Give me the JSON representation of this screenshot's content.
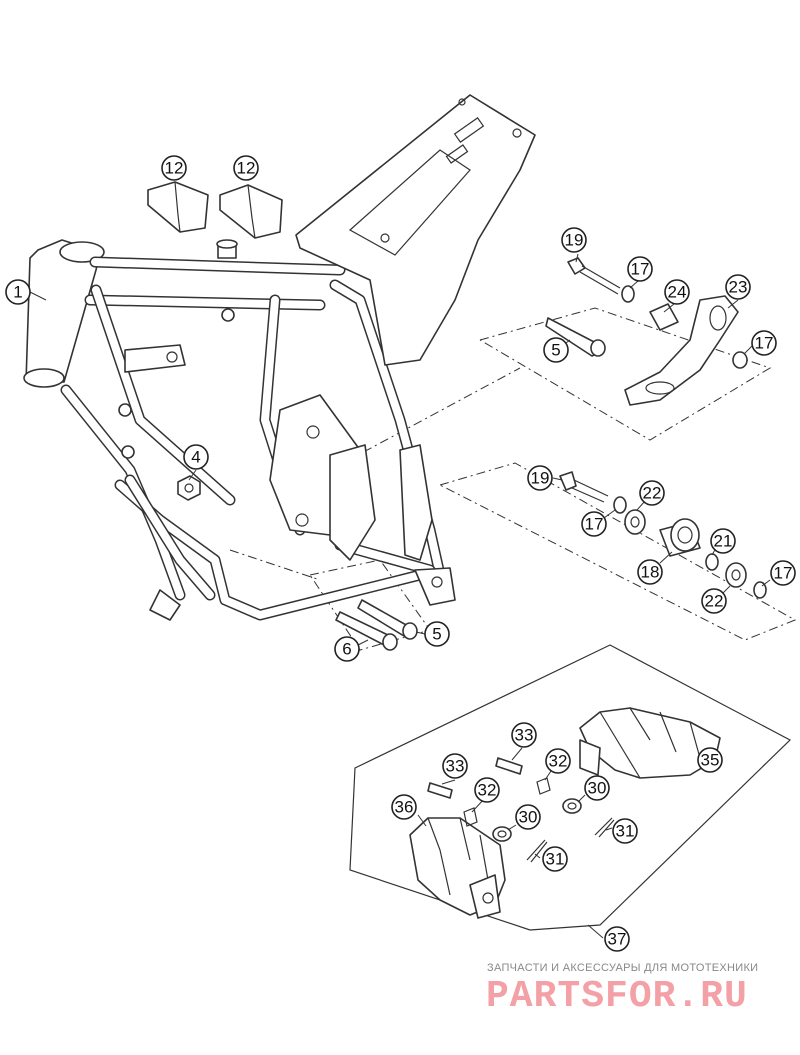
{
  "diagram": {
    "callouts": [
      {
        "id": "c1",
        "label": "1"
      },
      {
        "id": "c12a",
        "label": "12"
      },
      {
        "id": "c12b",
        "label": "12"
      },
      {
        "id": "c4",
        "label": "4"
      },
      {
        "id": "c19a",
        "label": "19"
      },
      {
        "id": "c17a",
        "label": "17"
      },
      {
        "id": "c24",
        "label": "24"
      },
      {
        "id": "c23",
        "label": "23"
      },
      {
        "id": "c5a",
        "label": "5"
      },
      {
        "id": "c17b",
        "label": "17"
      },
      {
        "id": "c19b",
        "label": "19"
      },
      {
        "id": "c22a",
        "label": "22"
      },
      {
        "id": "c17c",
        "label": "17"
      },
      {
        "id": "c21",
        "label": "21"
      },
      {
        "id": "c18",
        "label": "18"
      },
      {
        "id": "c17d",
        "label": "17"
      },
      {
        "id": "c22b",
        "label": "22"
      },
      {
        "id": "c6",
        "label": "6"
      },
      {
        "id": "c5b",
        "label": "5"
      },
      {
        "id": "c33a",
        "label": "33"
      },
      {
        "id": "c35",
        "label": "35"
      },
      {
        "id": "c33b",
        "label": "33"
      },
      {
        "id": "c32a",
        "label": "32"
      },
      {
        "id": "c32b",
        "label": "32"
      },
      {
        "id": "c36",
        "label": "36"
      },
      {
        "id": "c30a",
        "label": "30"
      },
      {
        "id": "c30b",
        "label": "30"
      },
      {
        "id": "c31a",
        "label": "31"
      },
      {
        "id": "c31b",
        "label": "31"
      },
      {
        "id": "c37",
        "label": "37"
      }
    ]
  },
  "watermark": {
    "caption": "ЗАПЧАСТИ И АКСЕССУАРЫ ДЛЯ МОТОТЕХНИКИ",
    "logo_text": "PARTSFOR.RU",
    "logo_color": "#f3a0a6"
  }
}
